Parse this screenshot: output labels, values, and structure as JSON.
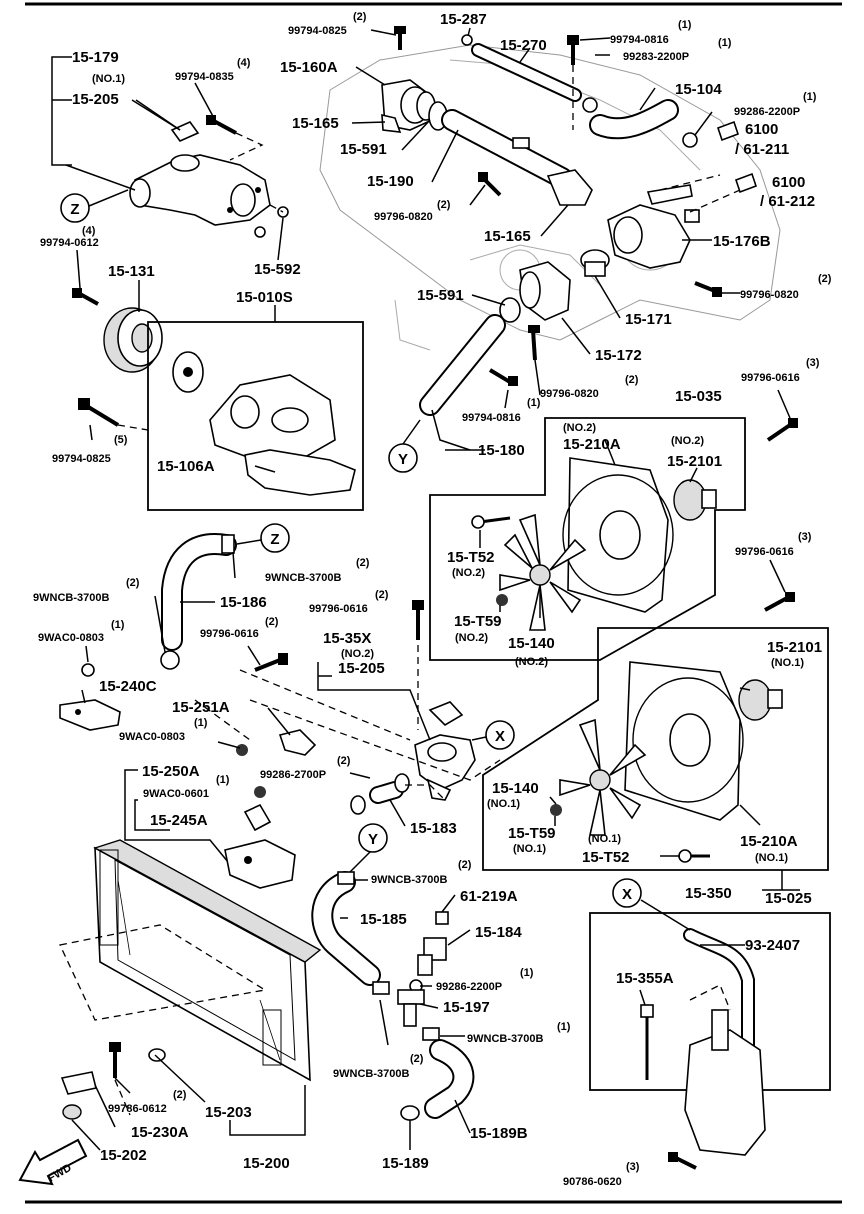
{
  "refs": {
    "z": "Z",
    "y": "Y",
    "x": "X",
    "ref_6100": "6100",
    "ref_61_211": "/ 61-211",
    "ref_61_212": "/ 61-212",
    "fwd": "FWD"
  },
  "labels": {
    "l15_179": "15-179",
    "l15_205a": "15-205",
    "no1a": "(NO.1)",
    "l99794_0835": "99794-0835",
    "q4a": "(4)",
    "l99794_0825a": "99794-0825",
    "q2a": "(2)",
    "l15_287": "15-287",
    "l15_270": "15-270",
    "l99794_0816a": "99794-0816",
    "q1a": "(1)",
    "l99283": "99283-2200P",
    "q1b": "(1)",
    "l15_160a": "15-160A",
    "l15_104": "15-104",
    "l99286_2200a": "99286-2200P",
    "q1c": "(1)",
    "l15_165a": "15-165",
    "l15_591a": "15-591",
    "l15_190": "15-190",
    "l99796_0820a": "99796-0820",
    "q2b": "(2)",
    "l15_165b": "15-165",
    "l15_176b": "15-176B",
    "l99796_0820b": "99796-0820",
    "q2c": "(2)",
    "l99794_0612": "99794-0612",
    "q4b": "(4)",
    "l15_131": "15-131",
    "l15_592": "15-592",
    "l15_010s": "15-010S",
    "l15_591b": "15-591",
    "l15_171": "15-171",
    "l15_172": "15-172",
    "l99796_0820c": "99796-0820",
    "q2d": "(2)",
    "l99794_0816b": "99794-0816",
    "q1d": "(1)",
    "l99796_0616a": "99796-0616",
    "q3a": "(3)",
    "l15_035": "15-035",
    "l99794_0825b": "99794-0825",
    "q5": "(5)",
    "l15_106a": "15-106A",
    "l15_180": "15-180",
    "no2a": "(NO.2)",
    "l15_210a_a": "15-210A",
    "no2b": "(NO.2)",
    "l15_2101a": "15-2101",
    "l15_t52a": "15-T52",
    "no2c": "(NO.2)",
    "l15_t59a": "15-T59",
    "no2d": "(NO.2)",
    "l15_140a": "15-140",
    "no2e": "(NO.2)",
    "l99796_0616b": "99796-0616",
    "q3b": "(3)",
    "l9wncb_a": "9WNCB-3700B",
    "q2e": "(2)",
    "l9wncb_b": "9WNCB-3700B",
    "q2f": "(2)",
    "l15_186": "15-186",
    "l99796_0616c": "99796-0616",
    "q2g": "(2)",
    "l9wac0_0803a": "9WAC0-0803",
    "q1e": "(1)",
    "l99796_0616d": "99796-0616",
    "q2h": "(2)",
    "l15_35x": "15-35X",
    "no2f": "(NO.2)",
    "l15_205b": "15-205",
    "l15_240c": "15-240C",
    "l15_251a": "15-251A",
    "l9wac0_0803b": "9WAC0-0803",
    "q1f": "(1)",
    "l15_2101b": "15-2101",
    "no1b": "(NO.1)",
    "l15_250a": "15-250A",
    "l9wac0_0601": "9WAC0-0601",
    "q1g": "(1)",
    "l15_245a": "15-245A",
    "l99286_2700": "99286-2700P",
    "q2i": "(2)",
    "l15_183": "15-183",
    "l15_140b": "15-140",
    "no1c": "(NO.1)",
    "l15_t59b": "15-T59",
    "no1d": "(NO.1)",
    "no1e": "(NO.1)",
    "l15_t52b": "15-T52",
    "l15_210a_b": "15-210A",
    "no1f": "(NO.1)",
    "l9wncb_c": "9WNCB-3700B",
    "q2j": "(2)",
    "l61_219a": "61-219A",
    "l15_185": "15-185",
    "l15_184": "15-184",
    "l15_025": "15-025",
    "l15_350": "15-350",
    "l93_2407": "93-2407",
    "l99286_2200b": "99286-2200P",
    "q1h": "(1)",
    "l15_197": "15-197",
    "l15_355a": "15-355A",
    "l9wncb_d": "9WNCB-3700B",
    "q1i": "(1)",
    "l9wncb_e": "9WNCB-3700B",
    "q2k": "(2)",
    "l99786_0612": "99786-0612",
    "q2l": "(2)",
    "l15_203": "15-203",
    "l15_230a": "15-230A",
    "l15_189b": "15-189B",
    "l15_202": "15-202",
    "l15_200": "15-200",
    "l15_189": "15-189",
    "l90786_0620": "90786-0620",
    "q3c": "(3)"
  }
}
